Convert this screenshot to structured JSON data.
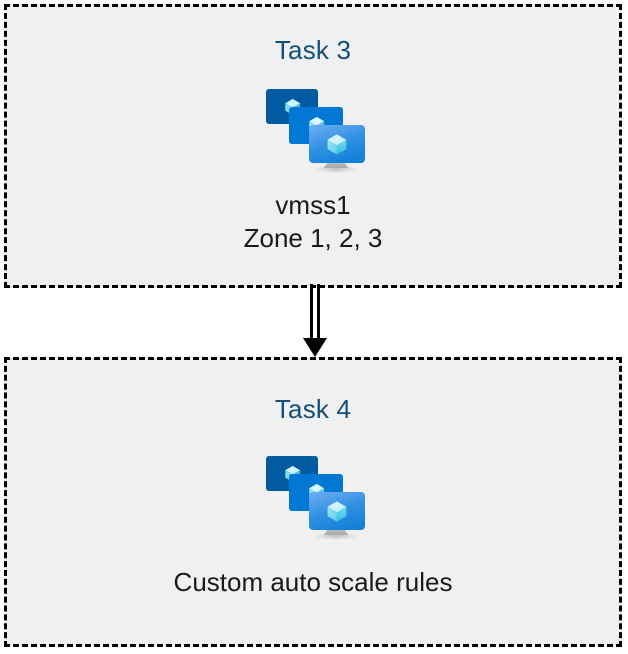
{
  "diagram": {
    "type": "flow",
    "background_color": "#ffffff",
    "group_fill_color": "#f0f0f0",
    "group_border_color": "#000000",
    "group_border_style": "dashed",
    "title_color": "#11507d",
    "label_color": "#1a1a1a",
    "groups": [
      {
        "id": "task-3",
        "title": "Task 3",
        "node": {
          "icon": "vm-scale-set-icon",
          "icon_colors": {
            "back_monitor": "#005ba1",
            "mid_monitor": "#0078d4",
            "front_monitor_top": "#5ea0ef",
            "front_monitor_bottom": "#1380da",
            "cube_light": "#c3f1ff",
            "cube_mid": "#9cebff",
            "cube_dark": "#32bedd",
            "stand": "#b3b3b3"
          },
          "label": "vmss1\nZone 1, 2, 3"
        }
      },
      {
        "id": "task-4",
        "title": "Task 4",
        "node": {
          "icon": "vm-scale-set-icon",
          "icon_colors": {
            "back_monitor": "#005ba1",
            "mid_monitor": "#0078d4",
            "front_monitor_top": "#5ea0ef",
            "front_monitor_bottom": "#1380da",
            "cube_light": "#c3f1ff",
            "cube_mid": "#9cebff",
            "cube_dark": "#32bedd",
            "stand": "#b3b3b3"
          },
          "label": "Custom auto scale rules"
        }
      }
    ],
    "connector": {
      "from": "task-3",
      "to": "task-4",
      "style": "double-line-arrow",
      "color": "#000000",
      "direction": "down"
    }
  }
}
